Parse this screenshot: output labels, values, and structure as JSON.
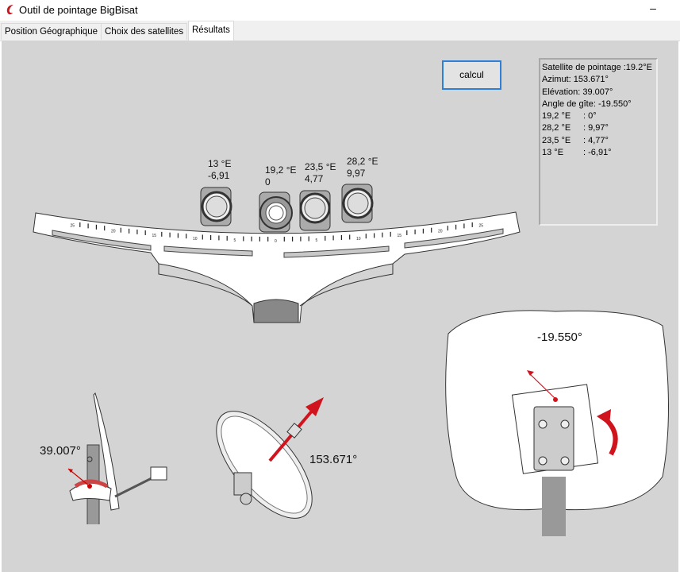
{
  "window": {
    "title": "Outil de pointage BigBisat",
    "minimize": "–"
  },
  "tabs": [
    {
      "label": "Position Géographique"
    },
    {
      "label": "Choix des satellites"
    },
    {
      "label": "Résultats",
      "active": true
    }
  ],
  "calc_button": "calcul",
  "results": {
    "lines": [
      "Satellite de pointage :19.2°E",
      "Azimut: 153.671°",
      "Elévation:  39.007°",
      "Angle de gîte: -19.550°"
    ],
    "offsets": [
      {
        "sat": "19,2 °E",
        "val": ": 0°"
      },
      {
        "sat": "28,2 °E",
        "val": ": 9,97°"
      },
      {
        "sat": "23,5 °E",
        "val": ": 4,77°"
      },
      {
        "sat": "13 °E",
        "val": ": -6,91°"
      }
    ]
  },
  "lnbs": [
    {
      "sat": "13 °E",
      "offset": "-6,91"
    },
    {
      "sat": "19,2 °E",
      "offset": "0"
    },
    {
      "sat": "23,5 °E",
      "offset": "4,77"
    },
    {
      "sat": "28,2 °E",
      "offset": "9,97"
    }
  ],
  "scale_labels": [
    "25",
    "20",
    "15",
    "10",
    "5",
    "0",
    "5",
    "10",
    "15",
    "20",
    "25"
  ],
  "elevation_label": "39.007°",
  "azimuth_label": "153.671°",
  "skew_label": "-19.550°",
  "colors": {
    "accent": "#d0141e",
    "focus": "#2f7fd8",
    "background": "#d4d4d4"
  }
}
